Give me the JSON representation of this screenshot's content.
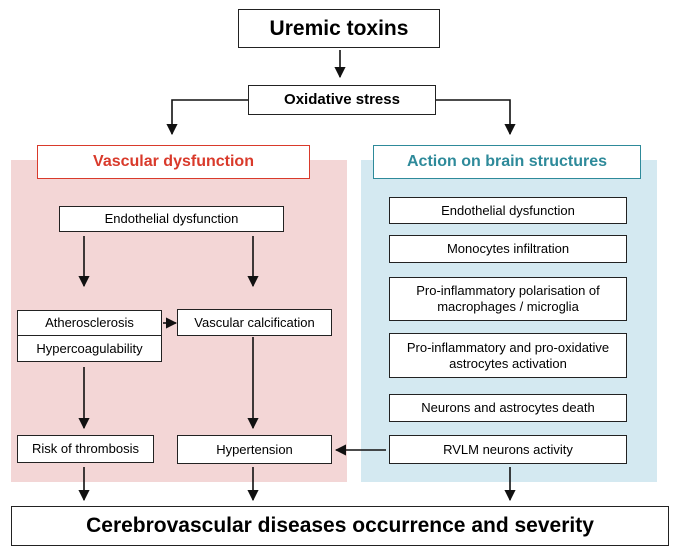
{
  "colors": {
    "vascular_panel": "#f3d6d6",
    "vascular_heading": "#d93a2b",
    "brain_panel": "#d4e9f1",
    "brain_heading": "#2e8a9a",
    "arrow": "#111111"
  },
  "top": {
    "uremic_toxins": "Uremic toxins",
    "oxidative_stress": "Oxidative stress"
  },
  "vascular": {
    "title": "Vascular dysfunction",
    "endothelial": "Endothelial dysfunction",
    "atherosclerosis": "Atherosclerosis",
    "hypercoagulability": "Hypercoagulability",
    "calcification": "Vascular calcification",
    "thrombosis": "Risk of thrombosis",
    "hypertension": "Hypertension"
  },
  "brain": {
    "title": "Action on brain structures",
    "items": [
      "Endothelial dysfunction",
      "Monocytes infiltration",
      "Pro-inflammatory polarisation of macrophages / microglia",
      "Pro-inflammatory and pro-oxidative astrocytes activation",
      "Neurons and astrocytes death",
      "RVLM neurons activity"
    ]
  },
  "bottom": {
    "outcome": "Cerebrovascular diseases occurrence and severity"
  }
}
